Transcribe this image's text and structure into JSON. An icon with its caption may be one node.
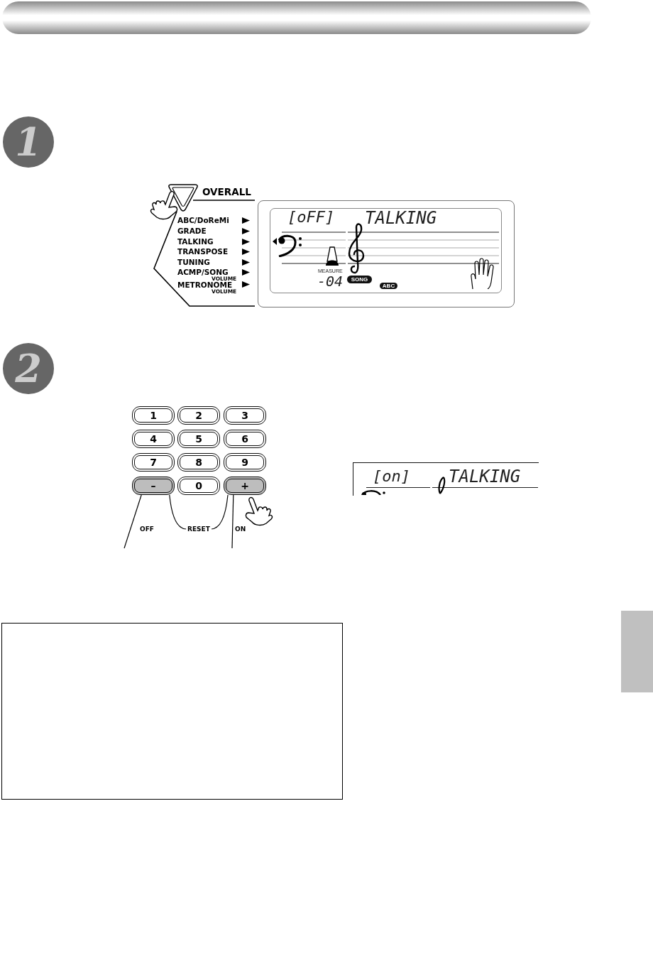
{
  "diagram": {
    "nodes": [
      {
        "text": [
          "1"
        ]
      },
      {
        "text": [
          "OVERALL"
        ]
      },
      {
        "text": [
          "[oFF]",
          "TALKING",
          "MEASURE",
          "-04"
        ]
      },
      {
        "text": [
          "SONG"
        ],
        "in": 2
      },
      {
        "text": [
          "ABC"
        ],
        "in": 2
      },
      {
        "text": [
          "2"
        ]
      },
      {
        "text": [
          "1"
        ]
      },
      {
        "text": [
          "2"
        ]
      },
      {
        "text": [
          "3"
        ]
      },
      {
        "text": [
          "4"
        ]
      },
      {
        "text": [
          "5"
        ]
      },
      {
        "text": [
          "6"
        ]
      },
      {
        "text": [
          "7"
        ]
      },
      {
        "text": [
          "8"
        ]
      },
      {
        "text": [
          "9"
        ]
      },
      {
        "text": [
          "–"
        ]
      },
      {
        "text": [
          "0"
        ]
      },
      {
        "text": [
          "+"
        ]
      },
      {
        "text": [
          "[on]",
          "TALKING"
        ]
      },
      {
        "text": [],
        "shape": "box"
      }
    ],
    "edges": [
      {
        "from": 15,
        "to": null,
        "arrow": "none"
      },
      {
        "from": 17,
        "to": null,
        "arrow": "none"
      },
      {
        "from": 15,
        "to": 17,
        "arrow": "none",
        "label": "RESET"
      }
    ],
    "labels": [
      "ABC/DoReMi",
      "GRADE",
      "TALKING",
      "TRANSPOSE",
      "TUNING",
      "ACMP/SONG",
      "VOLUME",
      "METRONOME",
      "VOLUME",
      "OFF",
      "ON"
    ]
  }
}
